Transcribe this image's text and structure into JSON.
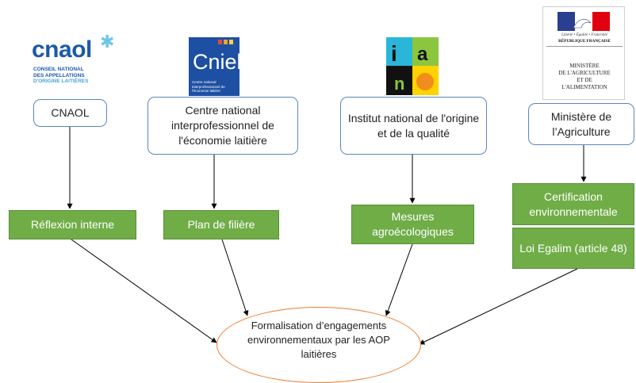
{
  "organizations": {
    "cnaol": {
      "label": "CNAOL"
    },
    "cniel": {
      "label": "Centre national interprofessionnel de l'économie laitière"
    },
    "inao": {
      "label": "Institut national de l'origine et de la qualité"
    },
    "ministere": {
      "label": "Ministère de l’Agriculture"
    }
  },
  "actions": {
    "reflexion": "Réflexion interne",
    "plan_filiere": "Plan de filière",
    "mesures": "Mesures agroécologiques",
    "certification": "Certification environnementale",
    "loi_egalim": "Loi Egalim (article 48)"
  },
  "target": {
    "label": "Formalisation d’engagements environnementaux par les AOP laitières"
  },
  "logos": {
    "cnaol": {
      "word": "cnaol",
      "star_icon": "star-icon",
      "sub_lines": [
        "CONSEIL NATIONAL",
        "DES APPELLATIONS",
        "D'ORIGINE LAITIÈRES"
      ],
      "colors": {
        "text": "#1c5aa8",
        "accent": "#6ec6ea"
      }
    },
    "cniel": {
      "word": "Cniel",
      "sub": "Centre national interprofessionnel de l'économie laitière",
      "colors": {
        "background": "#1d4fa3",
        "dots": [
          "#e8483e",
          "#f5a623",
          "#ffd23f"
        ]
      }
    },
    "inao": {
      "letters": [
        "i",
        "n",
        "a",
        "o"
      ],
      "colors": {
        "cyan": "#29b6d8",
        "green": "#8cc63e",
        "yellow": "#ffd200",
        "orange": "#f28c1c",
        "black": "#111111"
      }
    },
    "ministere": {
      "motto": "Liberté • Égalité • Fraternité",
      "republic": "RÉPUBLIQUE FRANÇAISE",
      "name_lines": [
        "MINISTÈRE",
        "DE L'AGRICULTURE",
        "ET DE",
        "L'ALIMENTATION"
      ],
      "colors": {
        "blue": "#2a3f8f",
        "red": "#e1000f"
      }
    }
  },
  "colors": {
    "org_border": "#5b86c0",
    "action_fill": "#70ad47",
    "target_border": "#ed7d31",
    "arrow": "#000000"
  }
}
